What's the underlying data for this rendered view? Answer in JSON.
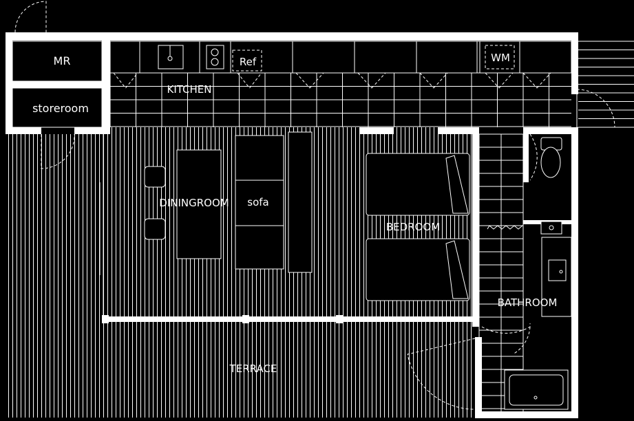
{
  "rooms": {
    "mr": "MR",
    "storeroom": "storeroom",
    "kitchen": "KITCHEN",
    "ref": "Ref",
    "wm": "WM",
    "diningroom": "DININGROOM",
    "sofa": "sofa",
    "bedroom": "BEDROOM",
    "bathroom": "BATHROOM",
    "terrace": "TERRACE"
  },
  "colors": {
    "background": "#000000",
    "lines": "#ffffff"
  }
}
